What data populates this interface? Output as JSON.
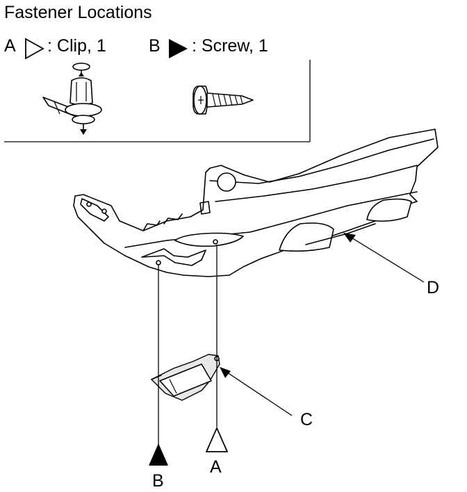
{
  "title": "Fastener Locations",
  "legend": {
    "a_letter": "A",
    "a_text": ": Clip, 1",
    "b_letter": "B",
    "b_text": ": Screw, 1"
  },
  "callouts": {
    "c": "C",
    "d": "D",
    "a": "A",
    "b": "B"
  },
  "icons": {
    "a_marker": "open-triangle-icon",
    "b_marker": "filled-triangle-icon"
  }
}
